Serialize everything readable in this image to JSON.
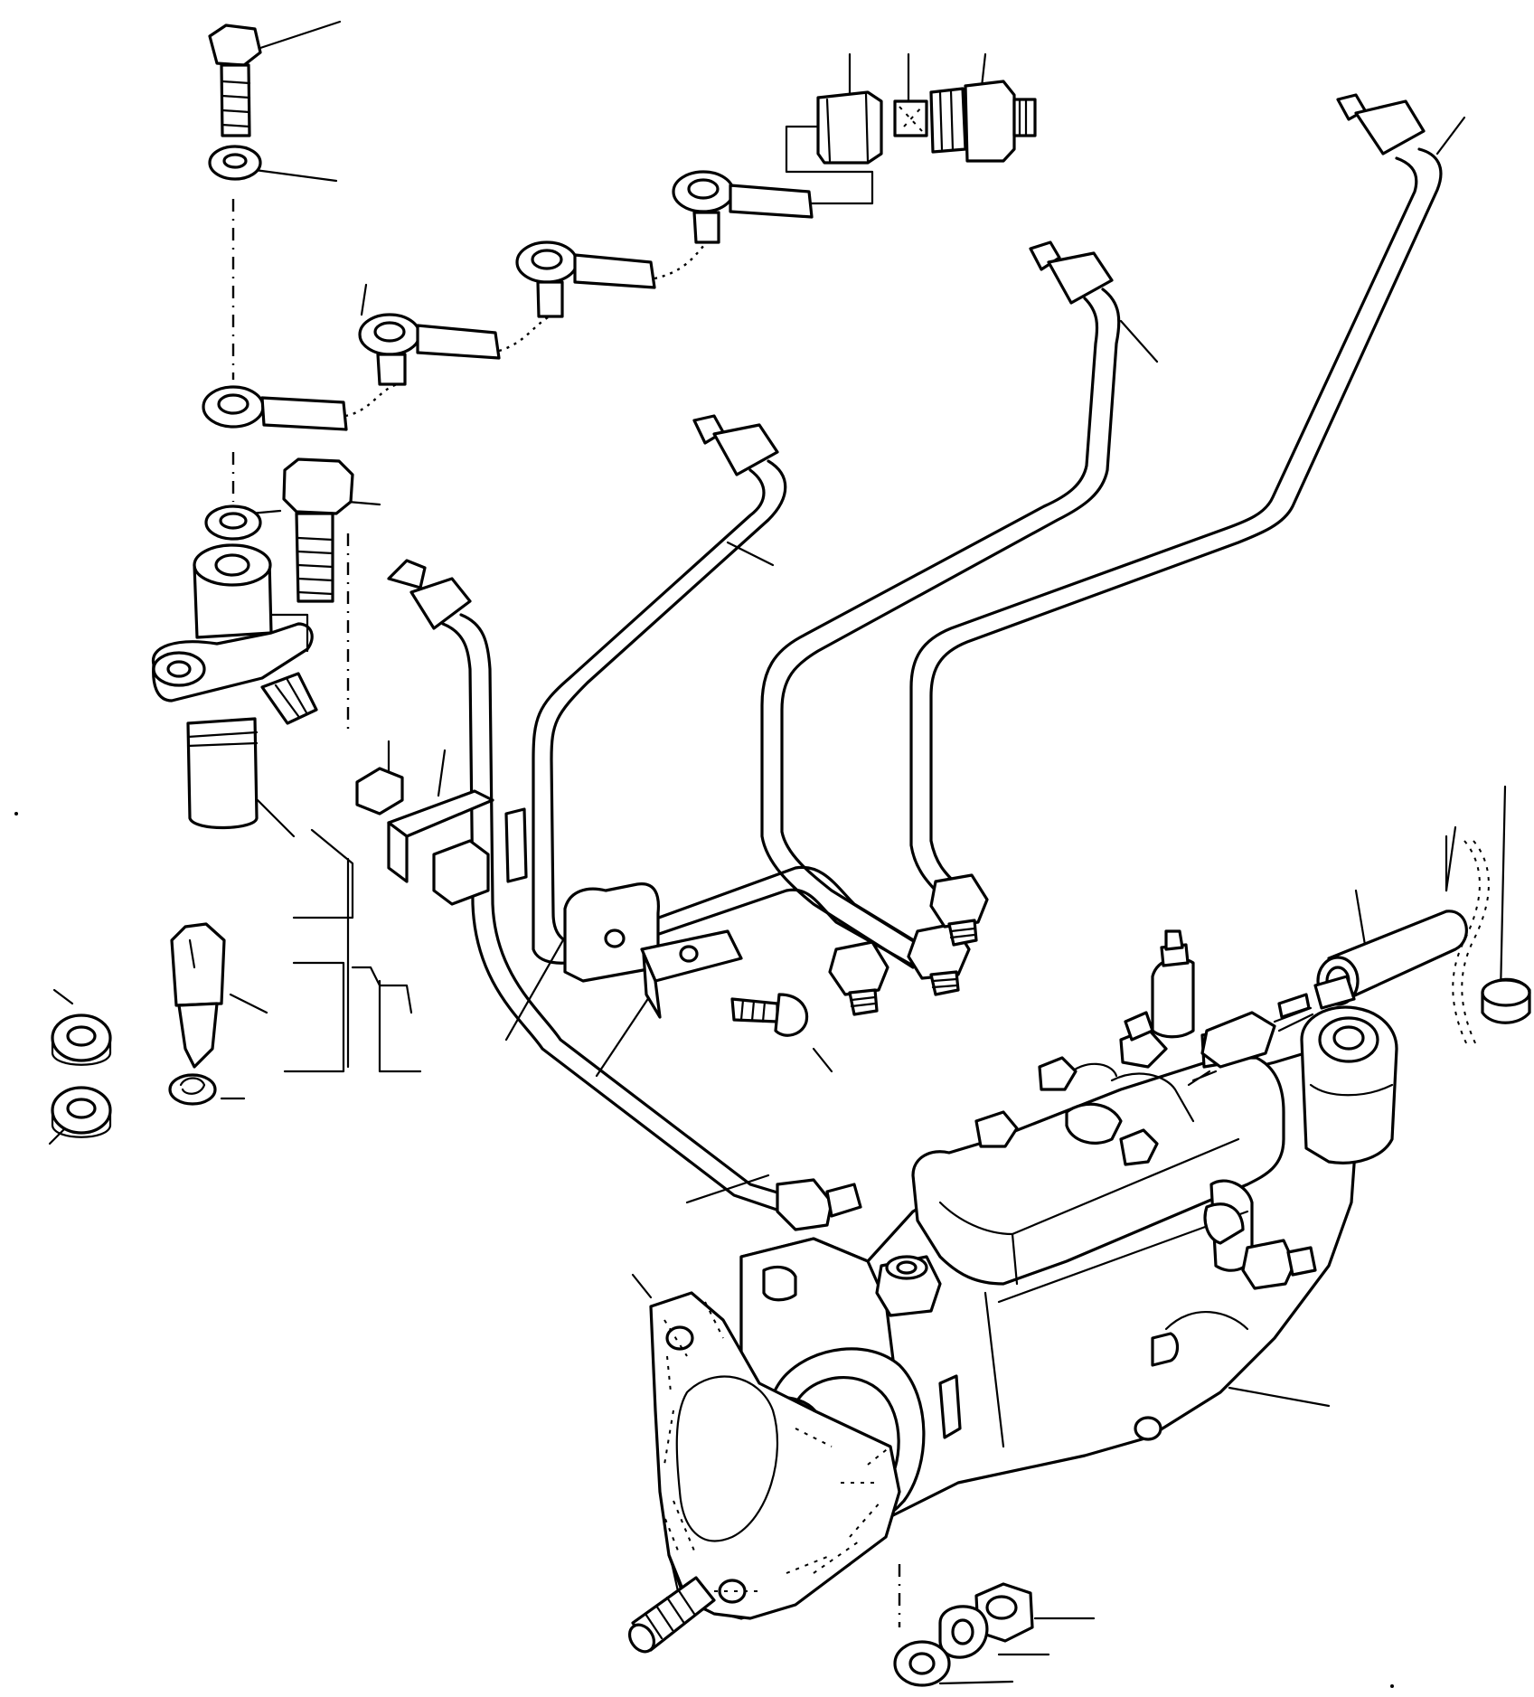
{
  "diagram": {
    "description_text": "",
    "colors": {
      "ink": "#000000",
      "paper": "#ffffff"
    },
    "parts": [
      "banjo-bolt",
      "sealing-washer",
      "leak-off-banjo-1",
      "leak-off-banjo-2",
      "leak-off-banjo-3",
      "leak-off-banjo-4",
      "return-pipe-nut",
      "return-pipe-union",
      "injector-bolt",
      "injector-holder",
      "nozzle",
      "nozzle-washer",
      "heat-shield-washer",
      "clamp",
      "clamp-bolt",
      "injection-pipe-1",
      "injection-pipe-2",
      "injection-pipe-3",
      "injection-pipe-4",
      "injection-pump",
      "pump-gasket",
      "pump-stud",
      "nut",
      "spring-washer",
      "plain-washer",
      "throttle-sleeve",
      "cap"
    ]
  }
}
